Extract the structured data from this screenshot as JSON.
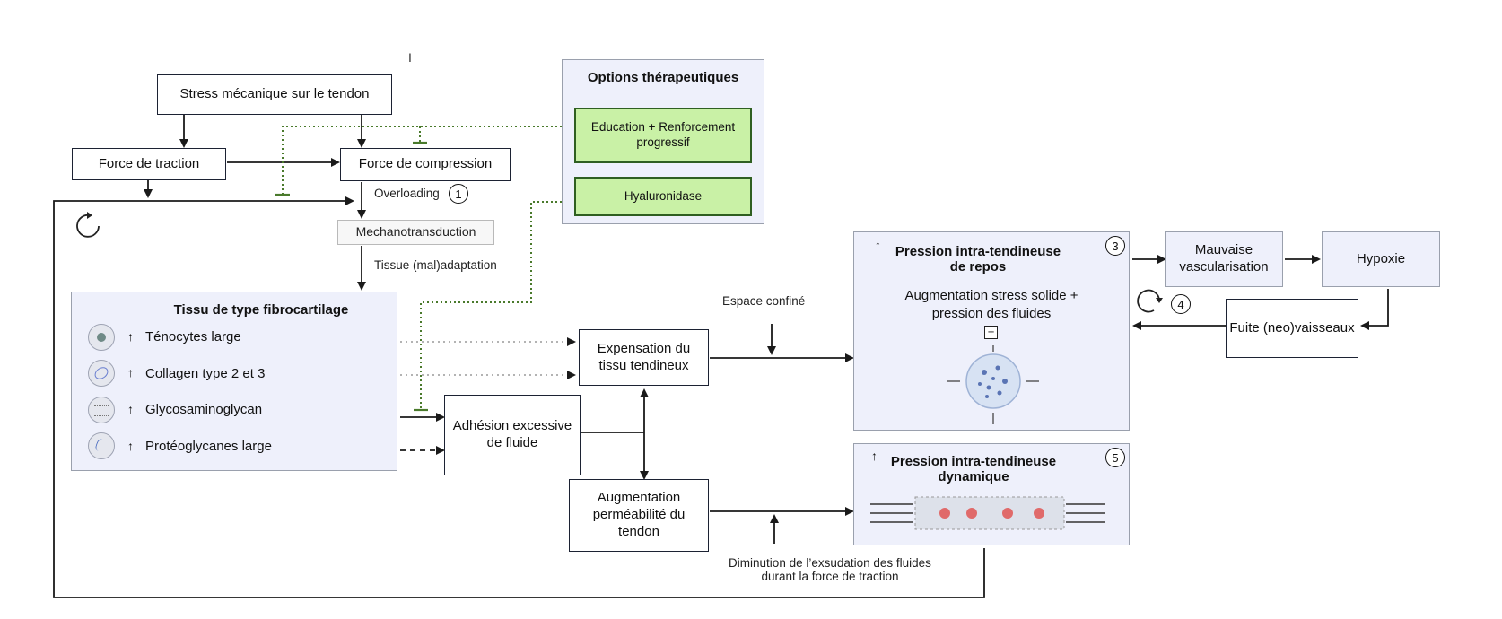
{
  "top": {
    "stress": "Stress mécanique sur le tendon",
    "traction": "Force de traction",
    "compression": "Force de compression",
    "overloading": "Overloading",
    "mechano": "Mechanotransduction",
    "tissue_adapt": "Tissue (mal)adaptation",
    "cursor_mark": "I"
  },
  "therapeutic": {
    "title": "Options thérapeutiques",
    "option1": "Education + Renforcement progressif",
    "option2": "Hyaluronidase"
  },
  "fibro": {
    "title": "Tissu de type fibrocartilage",
    "items": [
      {
        "arrow": "↑",
        "label": "Ténocytes large",
        "icon": "tenocyte-icon"
      },
      {
        "arrow": "↑",
        "label": "Collagen type 2 et 3",
        "icon": "collagen-icon"
      },
      {
        "arrow": "↑",
        "label": "Glycosaminoglycan",
        "icon": "glycosaminoglycan-icon"
      },
      {
        "arrow": "↑",
        "label": "Protéoglycanes large",
        "icon": "proteoglycan-icon"
      }
    ]
  },
  "middle": {
    "expansion": "Expensation du tissu tendineux",
    "adhesion": "Adhésion excessive de fluide",
    "permeability": "Augmentation perméabilité du tendon",
    "confined": "Espace confiné",
    "exudation": "Diminution de l’exsudation des fluides durant la force de traction"
  },
  "rest_pressure": {
    "arrow": "↑",
    "title": "Pression intra-tendineuse de repos",
    "body": "Augmentation stress solide + pression des fluides",
    "plus": "+"
  },
  "dynamic_pressure": {
    "arrow": "↑",
    "title": "Pression intra-tendineuse dynamique"
  },
  "right": {
    "vascular": "Mauvaise vascularisation",
    "hypoxia": "Hypoxie",
    "leak": "Fuite (neo)vaisseaux"
  },
  "markers": {
    "m1": "1",
    "m3": "3",
    "m4": "4",
    "m5": "5"
  },
  "colors": {
    "box_border": "#1c2233",
    "panel_bg": "#eef0fb",
    "green": "#c9f1a6",
    "inhibit_green": "#4a7a2c"
  }
}
